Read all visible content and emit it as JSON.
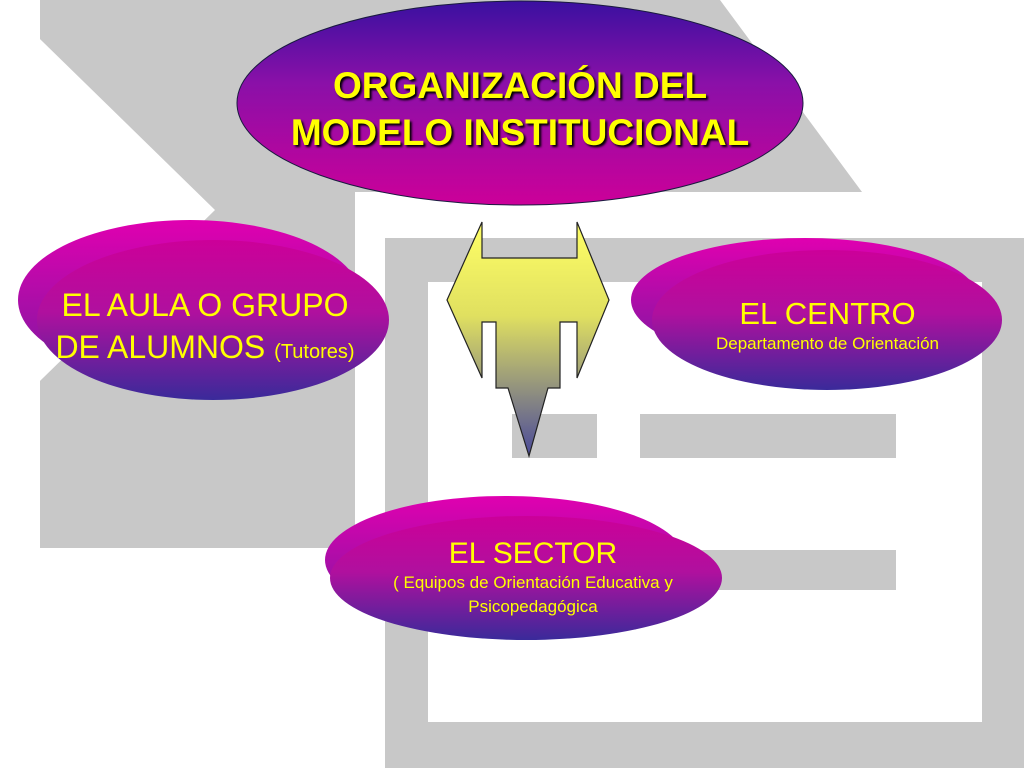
{
  "title": {
    "line1": "ORGANIZACIÓN DEL",
    "line2": "MODELO INSTITUCIONAL"
  },
  "nodes": {
    "aula": {
      "line1": "EL AULA O GRUPO",
      "line2": "DE ALUMNOS",
      "note": "(Tutores)"
    },
    "centro": {
      "label": "EL CENTRO",
      "sub": "Departamento de Orientación"
    },
    "sector": {
      "label": "EL SECTOR",
      "sub_line1": "( Equipos de Orientación Educativa y",
      "sub_line2": "Psicopedagógica"
    }
  },
  "colors": {
    "text": "#ffff00",
    "ellipse_top": "#cc0099",
    "ellipse_bottom": "#3a2a9a",
    "arrow_top": "#ffff66",
    "arrow_bottom": "#4a4a9a",
    "background_shapes": "#c8c8c8"
  }
}
